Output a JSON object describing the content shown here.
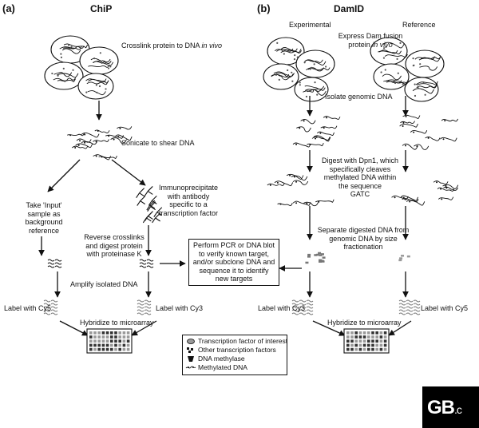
{
  "panel_a": {
    "label": "(a)",
    "title": "ChiP",
    "step_crosslink": [
      "Crosslink protein to DNA ",
      "in vivo"
    ],
    "step_sonicate": "Sonicate to shear DNA",
    "step_input": [
      "Take 'Input'",
      "sample as",
      "background",
      "reference"
    ],
    "step_ip": [
      "Immunoprecipitate",
      "with antibody",
      "specific to a",
      "transcription factor"
    ],
    "step_reverse": [
      "Reverse crosslinks",
      "and digest protein",
      "with proteinase K"
    ],
    "step_amplify": "Amplify isolated DNA",
    "label_cy5": "Label with Cy5",
    "label_cy3": "Label with Cy3",
    "hybridize": "Hybridize to microarray"
  },
  "panel_b": {
    "label": "(b)",
    "title": "DamID",
    "experimental": "Experimental",
    "reference": "Reference",
    "step_express": [
      "Express Dam fusion",
      "protein ",
      "in vivo"
    ],
    "step_isolate": "Isolate genomic DNA",
    "step_digest": [
      "Digest with Dpn1, which",
      "specifically cleaves",
      "methylated DNA within",
      "the sequence",
      "GATC"
    ],
    "step_separate": [
      "Separate digested DNA from",
      "genomic DNA by size",
      "fractionation"
    ],
    "label_cy3": "Label with Cy3",
    "label_cy5": "Label with Cy5",
    "hybridize": "Hybridize to microarray"
  },
  "center_box": [
    "Perform PCR or DNA blot",
    "to verify known target,",
    "and/or subclone DNA and",
    "sequence it to identify",
    "new targets"
  ],
  "legend": [
    {
      "icon": "transcription-factor-icon",
      "text": "Transcription factor of interest"
    },
    {
      "icon": "other-factors-icon",
      "text": "Other transcription factors"
    },
    {
      "icon": "dna-methylase-icon",
      "text": "DNA methylase"
    },
    {
      "icon": "methylated-dna-icon",
      "text": "Methylated DNA"
    }
  ],
  "logo": {
    "main": "GB",
    "suffix": ".c"
  }
}
